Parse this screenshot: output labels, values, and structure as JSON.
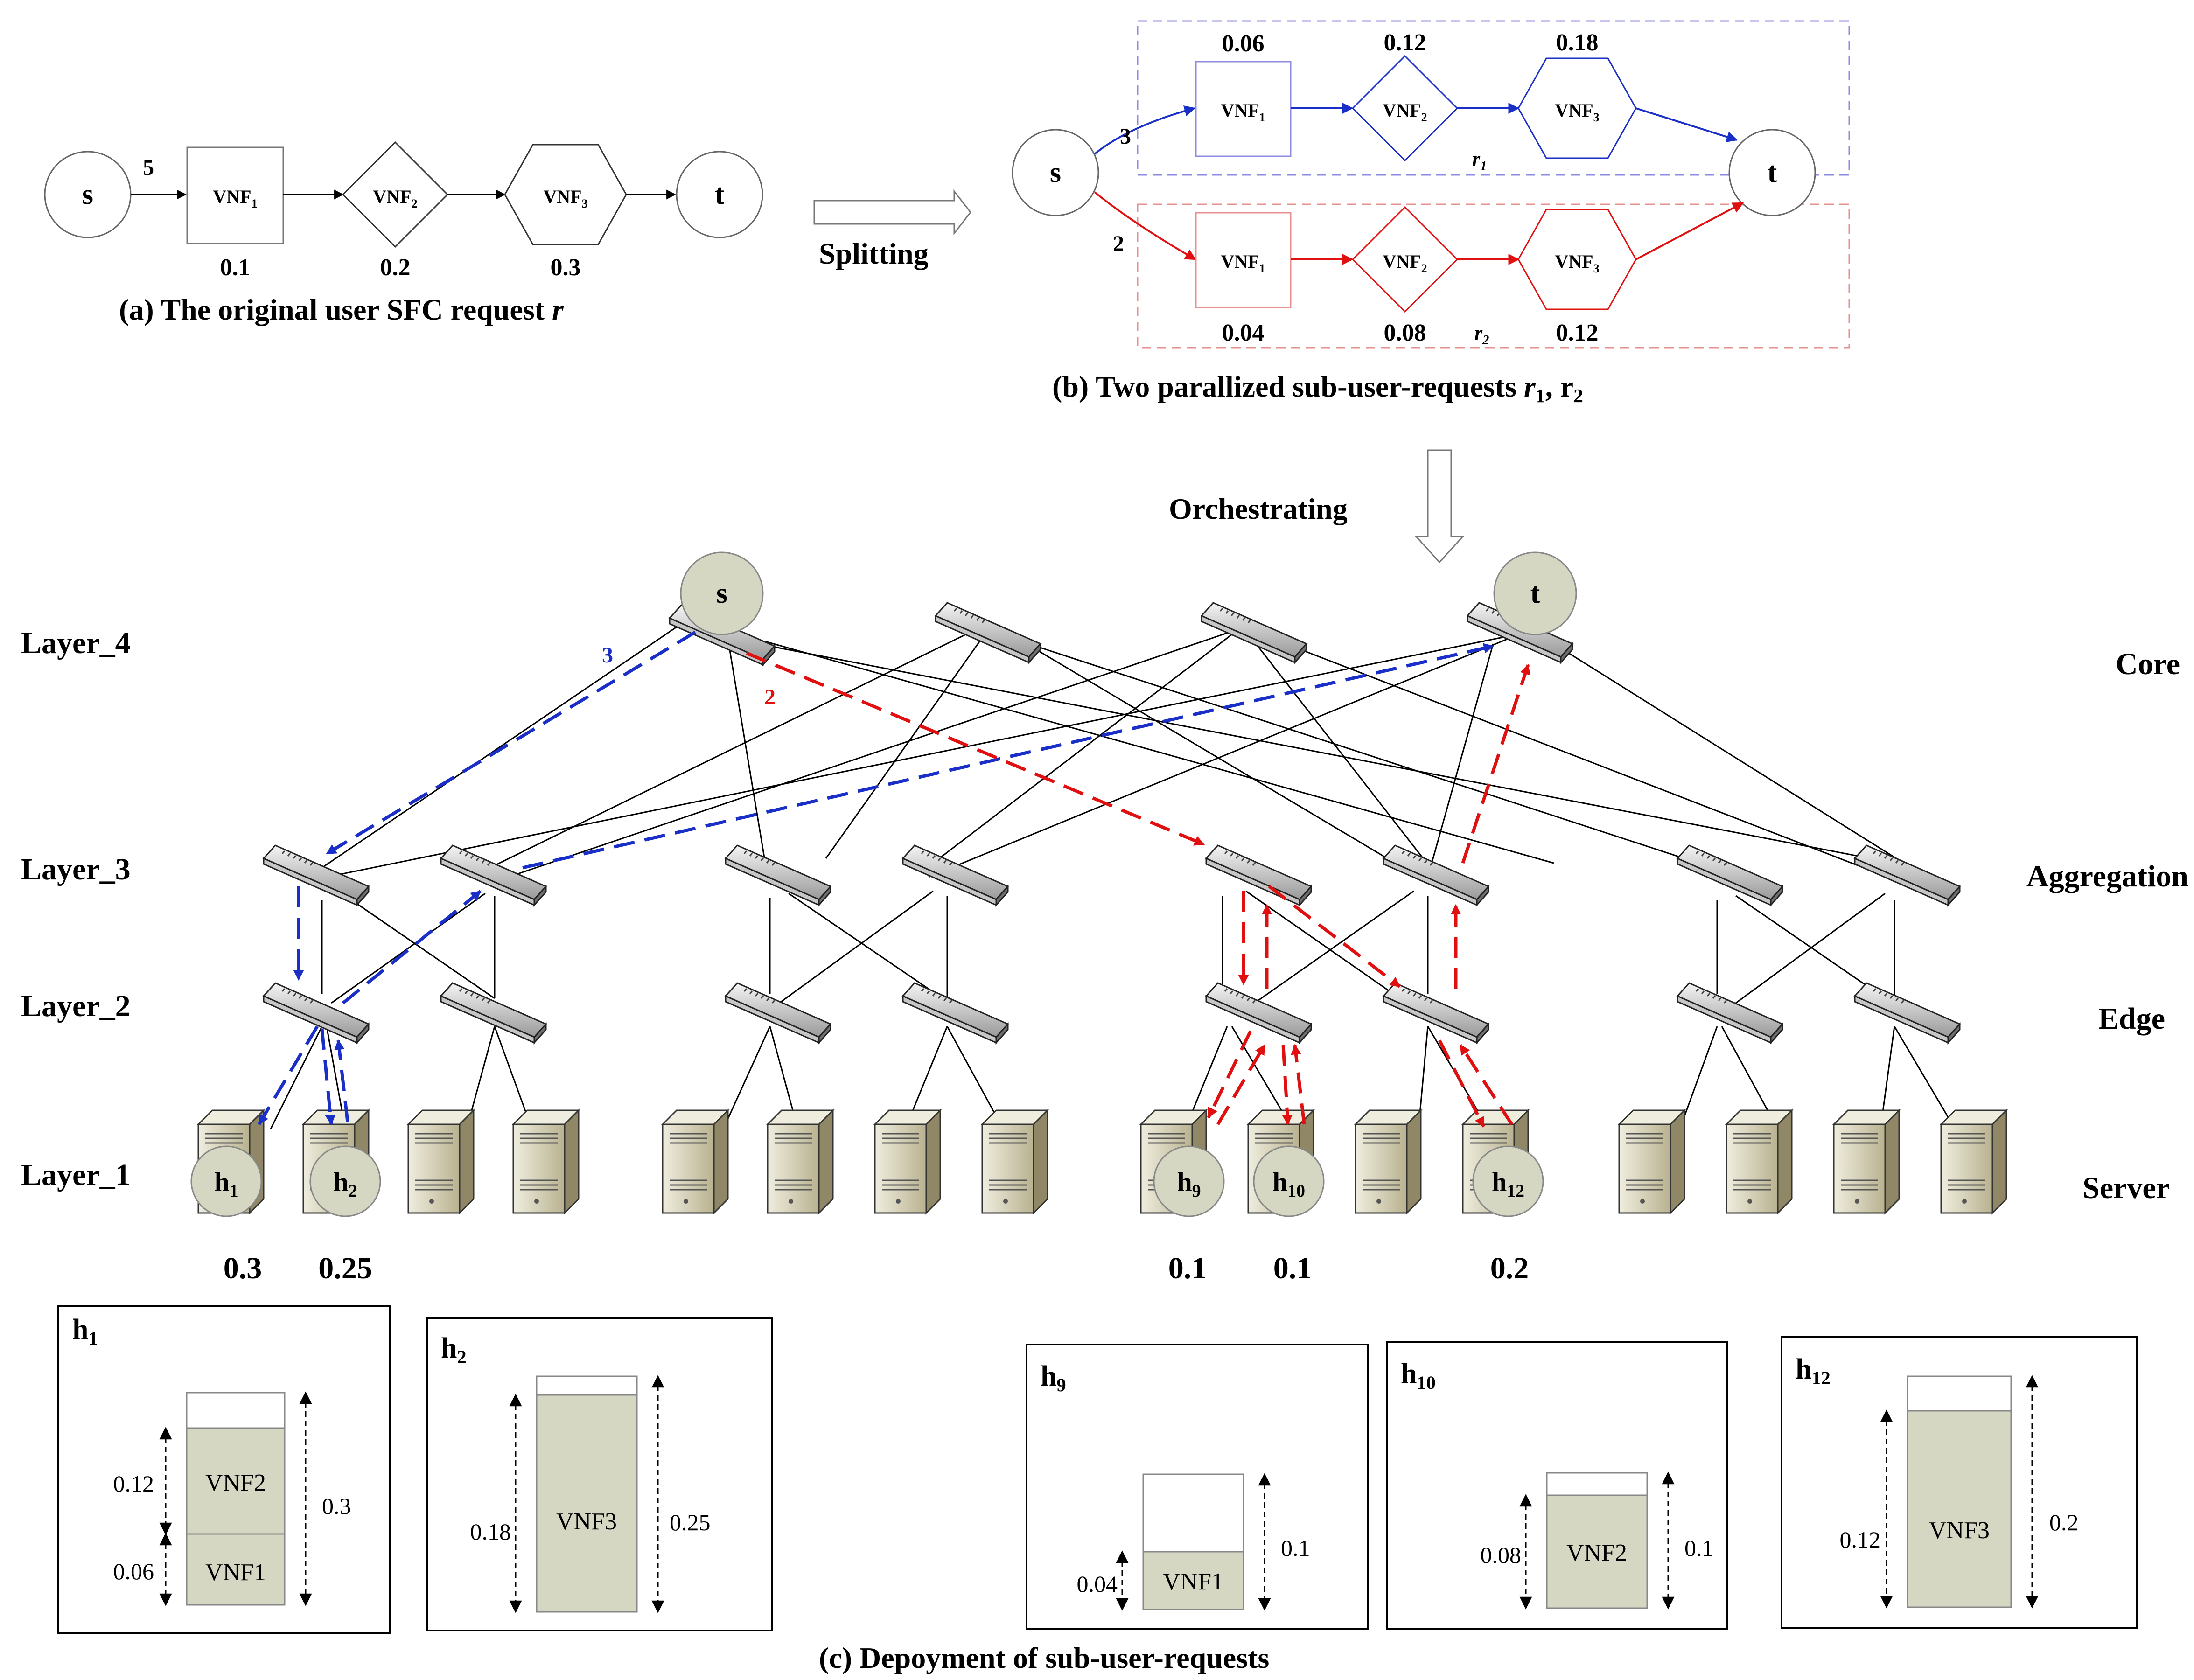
{
  "panel_a": {
    "caption": "(a) The original user SFC request",
    "caption_var": "r",
    "s": "s",
    "t": "t",
    "rate": "5",
    "vnf1": "VNF",
    "vnf2": "VNF",
    "vnf3": "VNF",
    "sub1": "1",
    "sub2": "2",
    "sub3": "3",
    "vals": [
      "0.1",
      "0.2",
      "0.3"
    ]
  },
  "splitting": "Splitting",
  "panel_b": {
    "caption": "(b) Two parallized sub-user-requests",
    "caption_vars": [
      "r",
      "1",
      ", r",
      "2"
    ],
    "s": "s",
    "t": "t",
    "r1_rate": "3",
    "r2_rate": "2",
    "r1_vals": [
      "0.06",
      "0.12",
      "0.18"
    ],
    "r2_vals": [
      "0.04",
      "0.08",
      "0.12"
    ],
    "r1_label": "r",
    "r1_sub": "1",
    "r2_label": "r",
    "r2_sub": "2",
    "vnf": "VNF"
  },
  "orchestrating": "Orchestrating",
  "layers": {
    "l4": "Layer_4",
    "l3": "Layer_3",
    "l2": "Layer_2",
    "l1": "Layer_1",
    "core": "Core",
    "aggregation": "Aggregation",
    "edge": "Edge",
    "server": "Server"
  },
  "topology": {
    "s": "s",
    "t": "t",
    "flow1": "3",
    "flow2": "2",
    "hosts": [
      {
        "name": "h",
        "sub": "1",
        "cap": "0.3"
      },
      {
        "name": "h",
        "sub": "2",
        "cap": "0.25"
      },
      {
        "name": "h",
        "sub": "9",
        "cap": "0.1"
      },
      {
        "name": "h",
        "sub": "10",
        "cap": "0.1"
      },
      {
        "name": "h",
        "sub": "12",
        "cap": "0.2"
      }
    ]
  },
  "deployment": {
    "caption": "(c) Depoyment of sub-user-requests",
    "boxes": [
      {
        "host": "h",
        "sub": "1",
        "total": "0.3",
        "vnfs": [
          {
            "name": "VNF1",
            "size": "0.06"
          },
          {
            "name": "VNF2",
            "size": "0.12"
          }
        ]
      },
      {
        "host": "h",
        "sub": "2",
        "total": "0.25",
        "vnfs": [
          {
            "name": "VNF3",
            "size": "0.18"
          }
        ]
      },
      {
        "host": "h",
        "sub": "9",
        "total": "0.1",
        "vnfs": [
          {
            "name": "VNF1",
            "size": "0.04"
          }
        ]
      },
      {
        "host": "h",
        "sub": "10",
        "total": "0.1",
        "vnfs": [
          {
            "name": "VNF2",
            "size": "0.08"
          }
        ]
      },
      {
        "host": "h",
        "sub": "12",
        "total": "0.2",
        "vnfs": [
          {
            "name": "VNF3",
            "size": "0.12"
          }
        ]
      }
    ]
  },
  "colors": {
    "blue": "#1a2fc8",
    "red": "#e01010",
    "fill": "#d6d7c2",
    "boxblue": "#8c8ce0",
    "boxred": "#e89090"
  }
}
